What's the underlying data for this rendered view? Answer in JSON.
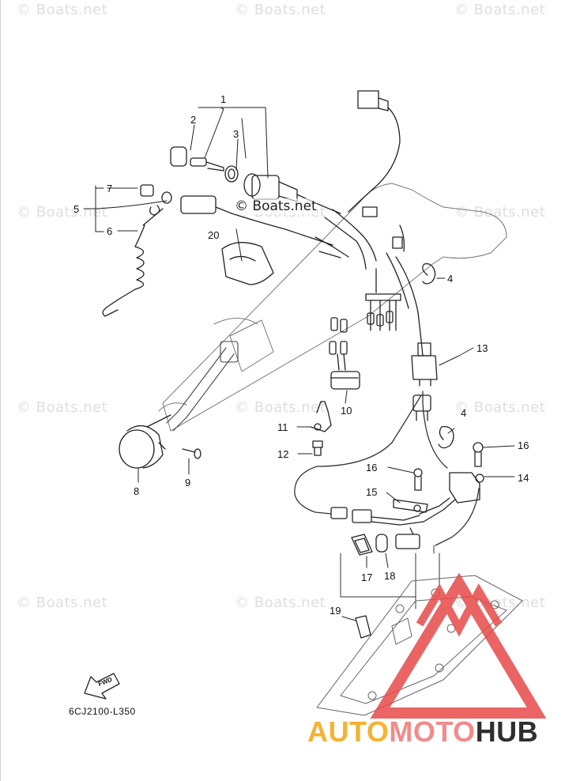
{
  "watermarks": [
    "© Boats.net",
    "© Boats.net",
    "© Boats.net",
    "© Boats.net",
    "© Boats.net",
    "© Boats.net",
    "© Boats.net",
    "© Boats.net",
    "© Boats.net",
    "© Boats.net",
    "© Boats.net",
    "© Boats.net"
  ],
  "inline_watermark": "© Boats.net",
  "callouts": [
    "1",
    "2",
    "3",
    "7",
    "5",
    "6",
    "20",
    "4",
    "13",
    "10",
    "11",
    "12",
    "8",
    "9",
    "4",
    "16",
    "16",
    "14",
    "15",
    "17",
    "18",
    "19"
  ],
  "diagram_code": "6CJ2100-L350",
  "fwd_label": "FWD",
  "brand": {
    "part1": "AUTO",
    "part2": "MOTO",
    "part3": "HUB"
  },
  "colors": {
    "line": "#222222",
    "watermark": "#dedede",
    "brand_orange": "#f5b233",
    "brand_pink": "#f28b8b",
    "brand_dark": "#2f2f2f",
    "logo_red": "#e84a4a"
  }
}
